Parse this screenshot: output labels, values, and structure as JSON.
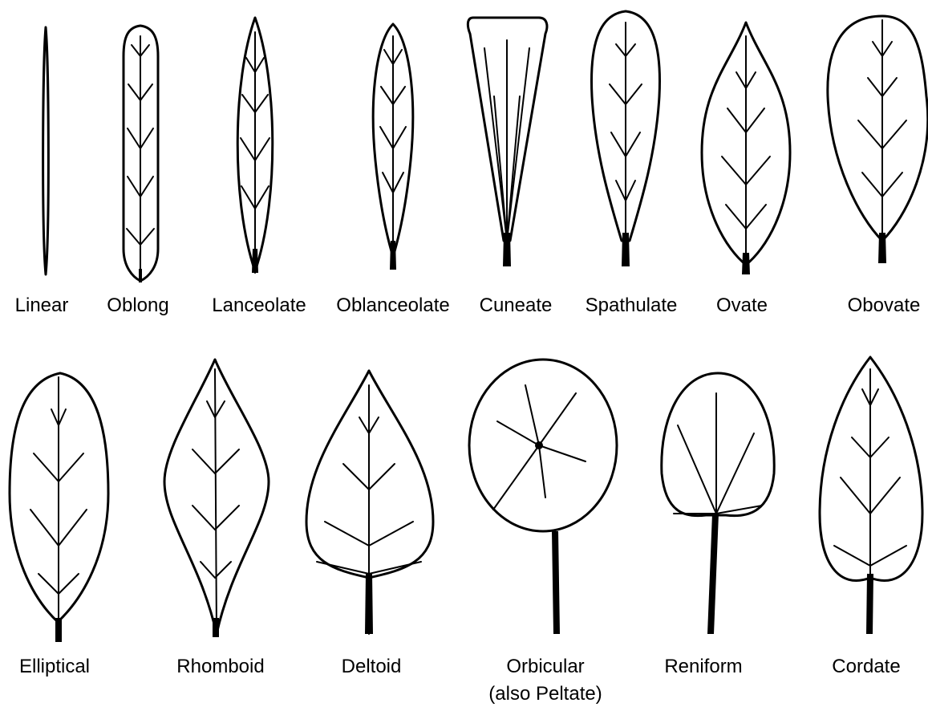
{
  "row1": [
    {
      "key": "linear",
      "label": "Linear"
    },
    {
      "key": "oblong",
      "label": "Oblong"
    },
    {
      "key": "lanceolate",
      "label": "Lanceolate"
    },
    {
      "key": "oblanceolate",
      "label": "Oblanceolate"
    },
    {
      "key": "cuneate",
      "label": "Cuneate"
    },
    {
      "key": "spathulate",
      "label": "Spathulate"
    },
    {
      "key": "ovate",
      "label": "Ovate"
    },
    {
      "key": "obovate",
      "label": "Obovate"
    }
  ],
  "row2": [
    {
      "key": "elliptical",
      "label": "Elliptical"
    },
    {
      "key": "rhomboid",
      "label": "Rhomboid"
    },
    {
      "key": "deltoid",
      "label": "Deltoid"
    },
    {
      "key": "orbicular",
      "label": "Orbicular",
      "label2": "(also Peltate)"
    },
    {
      "key": "reniform",
      "label": "Reniform"
    },
    {
      "key": "cordate",
      "label": "Cordate"
    }
  ],
  "colors": {
    "ink": "#000000",
    "background": "#ffffff"
  }
}
